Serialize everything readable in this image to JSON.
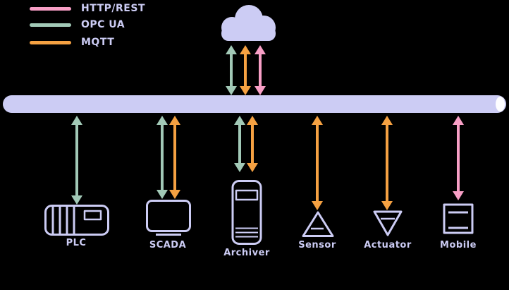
{
  "colors": {
    "background": "#000000",
    "lavender": "#CCCCF4",
    "http": "#F89FC6",
    "opcua": "#A2C9B7",
    "mqtt": "#F5A142",
    "buscap": "#FDFDFF"
  },
  "legend": {
    "items": [
      {
        "label": "HTTP/REST",
        "protocol": "HTTP/REST"
      },
      {
        "label": "OPC UA",
        "protocol": "OPC UA"
      },
      {
        "label": "MQTT",
        "protocol": "MQTT"
      }
    ]
  },
  "cloud": {
    "protocols_to_bus": [
      "OPC UA",
      "MQTT",
      "HTTP/REST"
    ]
  },
  "devices": [
    {
      "label": "PLC",
      "protocols_to_bus": [
        "OPC UA"
      ]
    },
    {
      "label": "SCADA",
      "protocols_to_bus": [
        "OPC UA",
        "MQTT"
      ]
    },
    {
      "label": "Archiver",
      "protocols_to_bus": [
        "OPC UA",
        "MQTT"
      ]
    },
    {
      "label": "Sensor",
      "protocols_to_bus": [
        "MQTT"
      ]
    },
    {
      "label": "Actuator",
      "protocols_to_bus": [
        "MQTT"
      ]
    },
    {
      "label": "Mobile",
      "protocols_to_bus": [
        "HTTP/REST"
      ]
    }
  ]
}
